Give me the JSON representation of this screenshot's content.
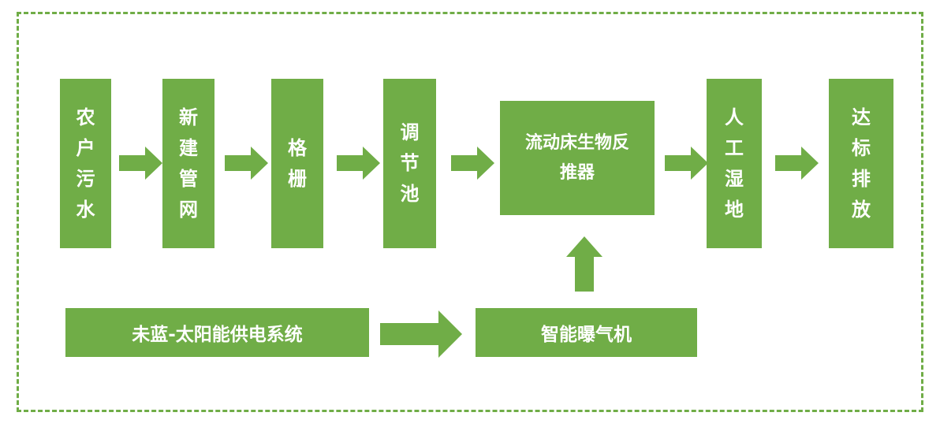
{
  "colors": {
    "box_fill": "#70ad47",
    "arrow_fill": "#70ad47",
    "border": "#70ad47",
    "text": "#ffffff"
  },
  "nodes": {
    "rural_sewage": "农户污水",
    "new_pipe_network": "新建管网",
    "grille": "格栅",
    "regulating_tank": "调节池",
    "fluidized_bed": "流动床生物反推器",
    "constructed_wetland": "人工湿地",
    "discharge_standard": "达标排放",
    "solar_power_system": "未蓝-太阳能供电系统",
    "smart_aerator": "智能曝气机"
  }
}
